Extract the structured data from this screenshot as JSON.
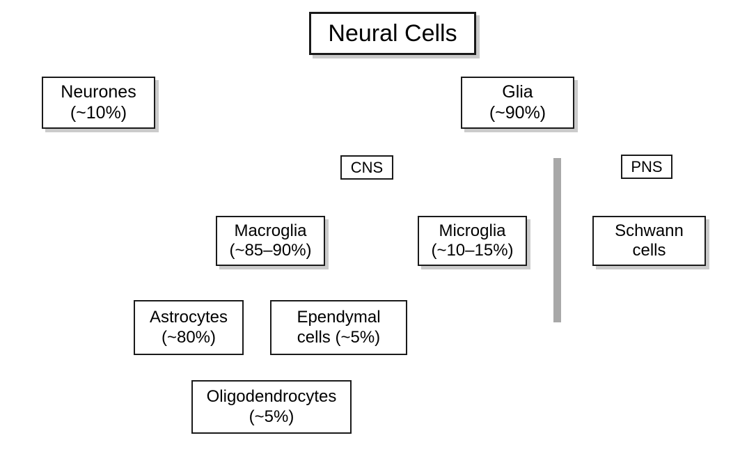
{
  "diagram": {
    "title": "Neural Cells",
    "type": "hierarchy",
    "background_color": "#ffffff",
    "box_border_color": "#1a1a1a",
    "box_fill_color": "#ffffff",
    "divider_color": "#a8a8a8",
    "nodes": {
      "root": {
        "label": "Neural Cells"
      },
      "neurones": {
        "label": "Neurones\n(~10%)"
      },
      "glia": {
        "label": "Glia\n(~90%)"
      },
      "cns": {
        "label": "CNS"
      },
      "pns": {
        "label": "PNS"
      },
      "macroglia": {
        "label": "Macroglia\n(~85–90%)"
      },
      "microglia": {
        "label": "Microglia\n(~10–15%)"
      },
      "schwann": {
        "label": "Schwann\ncells"
      },
      "astrocytes": {
        "label": "Astrocytes\n(~80%)"
      },
      "ependymal": {
        "label": "Ependymal\ncells (~5%)"
      },
      "oligodendrocytes": {
        "label": "Oligodendrocytes\n(~5%)"
      }
    }
  }
}
